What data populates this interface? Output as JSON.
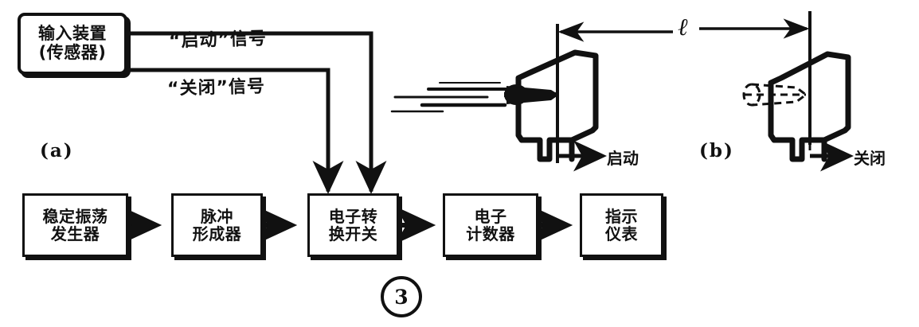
{
  "figure": {
    "number": "3",
    "panel_a_label": "(a)",
    "panel_b_label": "(b)"
  },
  "block_diagram": {
    "input_device": {
      "line1": "输入装置",
      "line2": "(传感器)"
    },
    "signals": [
      {
        "name": "start-signal",
        "label": "“启动”信号"
      },
      {
        "name": "stop-signal",
        "label": "“关闭”信号"
      }
    ],
    "chain": [
      {
        "name": "stable-oscillator",
        "line1": "稳定振荡",
        "line2": "发生器"
      },
      {
        "name": "pulse-former",
        "line1": "脉冲",
        "line2": "形成器"
      },
      {
        "name": "electronic-switch",
        "line1": "电子转",
        "line2": "换开关"
      },
      {
        "name": "electronic-counter",
        "line1": "电子",
        "line2": "计数器"
      },
      {
        "name": "indicator-instrument",
        "line1": "指示",
        "line2": "仪表"
      }
    ]
  },
  "target_panels": {
    "distance_symbol": "ℓ",
    "panel_a": {
      "label": "(a)",
      "trigger_label": "启动",
      "bullet_state": "solid"
    },
    "panel_b": {
      "label": "(b)",
      "trigger_label": "关闭",
      "bullet_state": "dashed"
    }
  },
  "colors": {
    "ink": "#111111",
    "paper": "#ffffff"
  }
}
